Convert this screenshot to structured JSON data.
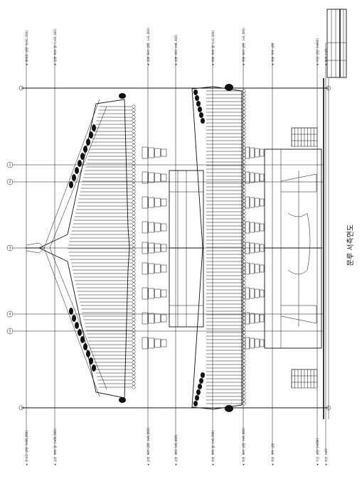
{
  "drawing": {
    "caption": "문루 서측면도",
    "levels_top": [
      "▼ 종마루 상단 (+00,000)",
      "▼ 상층 처마 끝 (+00,000)",
      "▼ 상층 도리 상단 (+0,000)",
      "▼ 상층 바닥 (+0,000)",
      "▼ 하층 처마 끝 (+0,000)",
      "▼ 하층 도리 상단 (+0,000)",
      "▼ 하층 주두 상단",
      "▼ 기단 상단 (+000)",
      "▼ 지반 (±0)"
    ],
    "levels_bottom": [
      "▼ 종마루 상단 (+00,000)",
      "▼ 상층 처마 끝 (+00,000)",
      "▼ 상층 도리 상단 (+0,000)",
      "▼ 상층 바닥 (+0,000)",
      "▼ 하층 처마 끝 (+0,000)",
      "▼ 하층 도리 상단 (+0,000)",
      "▼ 하층 주두 상단",
      "▼ 기단 상단 (+000)",
      "▼ 지반 (±0)"
    ],
    "grid_marks": [
      "1",
      "2",
      "3",
      "4",
      "5"
    ],
    "axis_marks": [
      "A",
      "B"
    ]
  }
}
